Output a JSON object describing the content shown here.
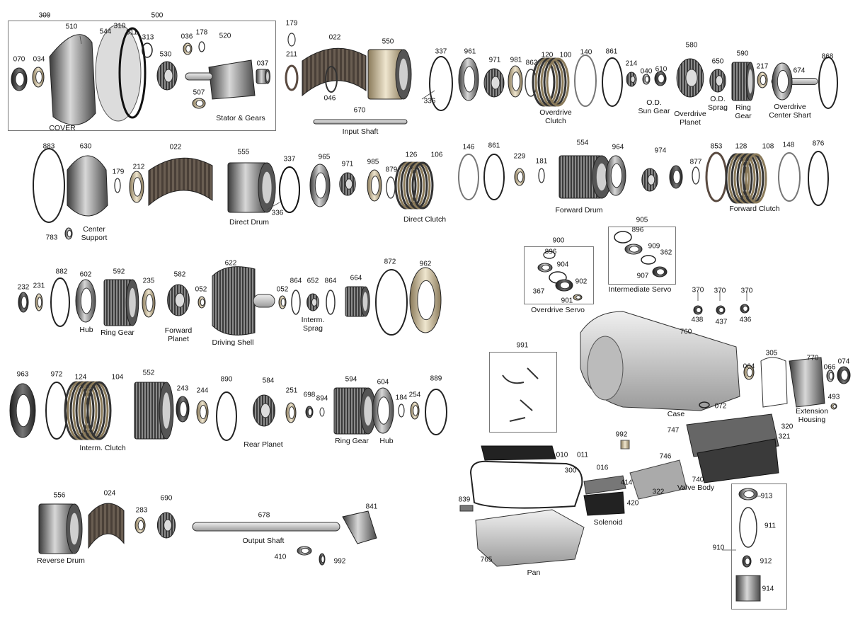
{
  "title": "",
  "part_numbers": [
    "309",
    "500",
    "510",
    "544",
    "310",
    "311",
    "313",
    "036",
    "178",
    "520",
    "070",
    "034",
    "530",
    "037",
    "507",
    "179",
    "211",
    "022",
    "046",
    "550",
    "670",
    "337",
    "961",
    "971",
    "981",
    "862",
    "120",
    "100",
    "140",
    "861",
    "214",
    "040",
    "610",
    "580",
    "650",
    "590",
    "217",
    "674",
    "868",
    "336",
    "883",
    "630",
    "179",
    "212",
    "022",
    "555",
    "337",
    "336",
    "965",
    "971",
    "985",
    "879",
    "126",
    "106",
    "146",
    "861",
    "229",
    "181",
    "554",
    "964",
    "974",
    "877",
    "853",
    "128",
    "108",
    "148",
    "876",
    "783",
    "232",
    "231",
    "882",
    "602",
    "592",
    "235",
    "582",
    "052",
    "622",
    "052",
    "864",
    "652",
    "864",
    "664",
    "872",
    "962",
    "900",
    "896",
    "904",
    "902",
    "367",
    "901",
    "905",
    "896",
    "909",
    "362",
    "907",
    "370",
    "370",
    "370",
    "438",
    "437",
    "436",
    "963",
    "972",
    "124",
    "104",
    "552",
    "243",
    "244",
    "890",
    "584",
    "251",
    "698",
    "894",
    "594",
    "604",
    "184",
    "254",
    "889",
    "991",
    "760",
    "305",
    "770",
    "066",
    "074",
    "064",
    "072",
    "493",
    "992",
    "747",
    "320",
    "321",
    "010",
    "011",
    "300",
    "746",
    "016",
    "414",
    "420",
    "322",
    "740",
    "839",
    "765",
    "913",
    "911",
    "910",
    "912",
    "914",
    "556",
    "024",
    "283",
    "690",
    "678",
    "841",
    "410",
    "992"
  ],
  "captions": [
    "COVER",
    "Stator & Gears",
    "Input Shaft",
    "Overdrive\nClutch",
    "O.D.\nSun Gear",
    "Overdrive\nPlanet",
    "O.D.\nSprag",
    "Ring\nGear",
    "Overdrive\nCenter Shart",
    "Center\nSupport",
    "Direct Drum",
    "Direct Clutch",
    "Forward Drum",
    "Forward Clutch",
    "Hub",
    "Ring Gear",
    "Forward\nPlanet",
    "Driving Shell",
    "Interm.\nSprag",
    "Overdrive Servo",
    "Intermediate Servo",
    "Interm. Clutch",
    "Rear Planet",
    "Ring Gear",
    "Hub",
    "Case",
    "Extension\nHousing",
    "Valve Body",
    "Solenoid",
    "Pan",
    "Reverse Drum",
    "Output Shaft"
  ],
  "component_boxes": [
    "pump-assembly-box",
    "overdrive-servo-box",
    "intermediate-servo-box",
    "linkage-kit-box",
    "valve-assembly-box"
  ]
}
